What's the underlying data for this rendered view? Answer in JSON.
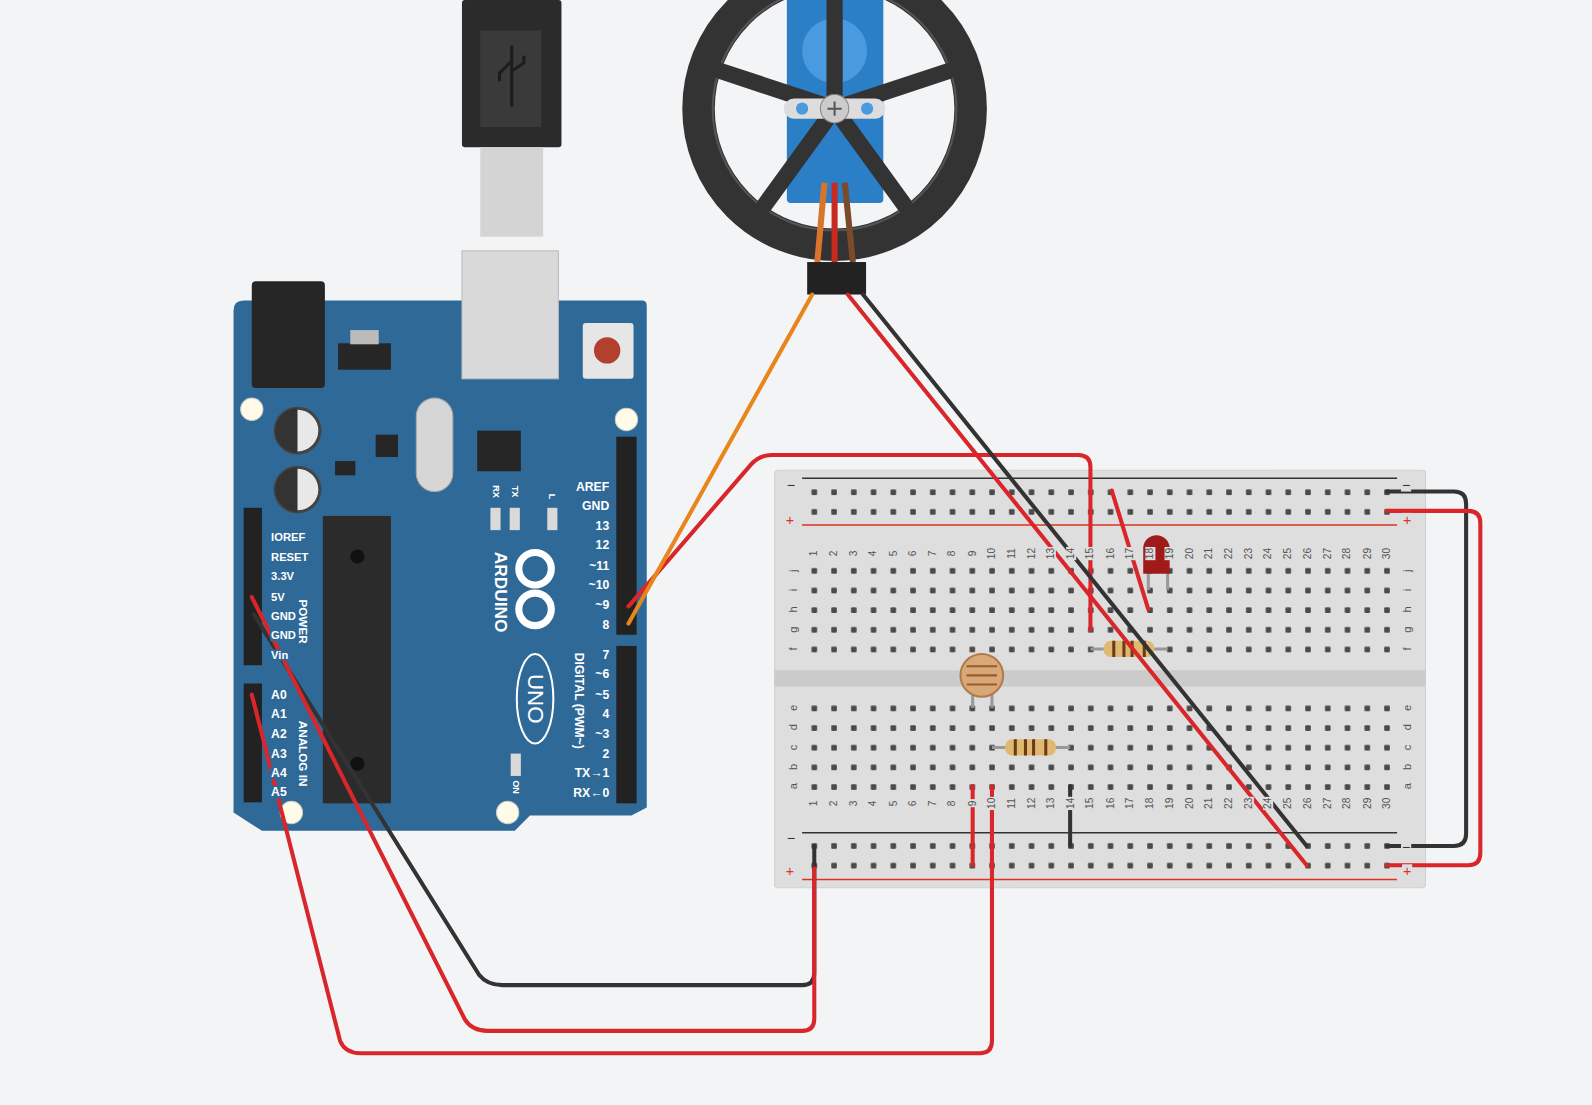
{
  "diagram": {
    "labels": [
      "IOREF",
      "RESET",
      "3.3V",
      "5V",
      "GND",
      "GND",
      "Vin",
      "POWER",
      "A0",
      "A1",
      "A2",
      "A3",
      "A4",
      "A5",
      "ANALOG IN",
      "AREF",
      "GND",
      "13",
      "12",
      "~11",
      "~10",
      "~9",
      "8",
      "7",
      "~6",
      "~5",
      "4",
      "~3",
      "2",
      "TX→1",
      "RX←0",
      "DIGITAL (PWM~)",
      "ARDUINO",
      "UNO",
      "RX",
      "TX",
      "L",
      "ON",
      "1",
      "2",
      "3",
      "4",
      "5",
      "6",
      "7",
      "8",
      "9",
      "10",
      "11",
      "12",
      "13",
      "14",
      "15",
      "16",
      "17",
      "18",
      "19",
      "20",
      "21",
      "22",
      "23",
      "24",
      "25",
      "26",
      "27",
      "28",
      "29",
      "30",
      "1",
      "2",
      "3",
      "4",
      "5",
      "6",
      "7",
      "8",
      "9",
      "10",
      "11",
      "12",
      "13",
      "14",
      "15",
      "16",
      "17",
      "18",
      "19",
      "20",
      "21",
      "22",
      "23",
      "24",
      "25",
      "26",
      "27",
      "28",
      "29",
      "30",
      "j",
      "i",
      "h",
      "g",
      "f",
      "j",
      "i",
      "h",
      "g",
      "f",
      "e",
      "d",
      "c",
      "b",
      "a",
      "e",
      "d",
      "c",
      "b",
      "a",
      "−",
      "+",
      "−",
      "+",
      "−",
      "+",
      "−",
      "+"
    ]
  }
}
